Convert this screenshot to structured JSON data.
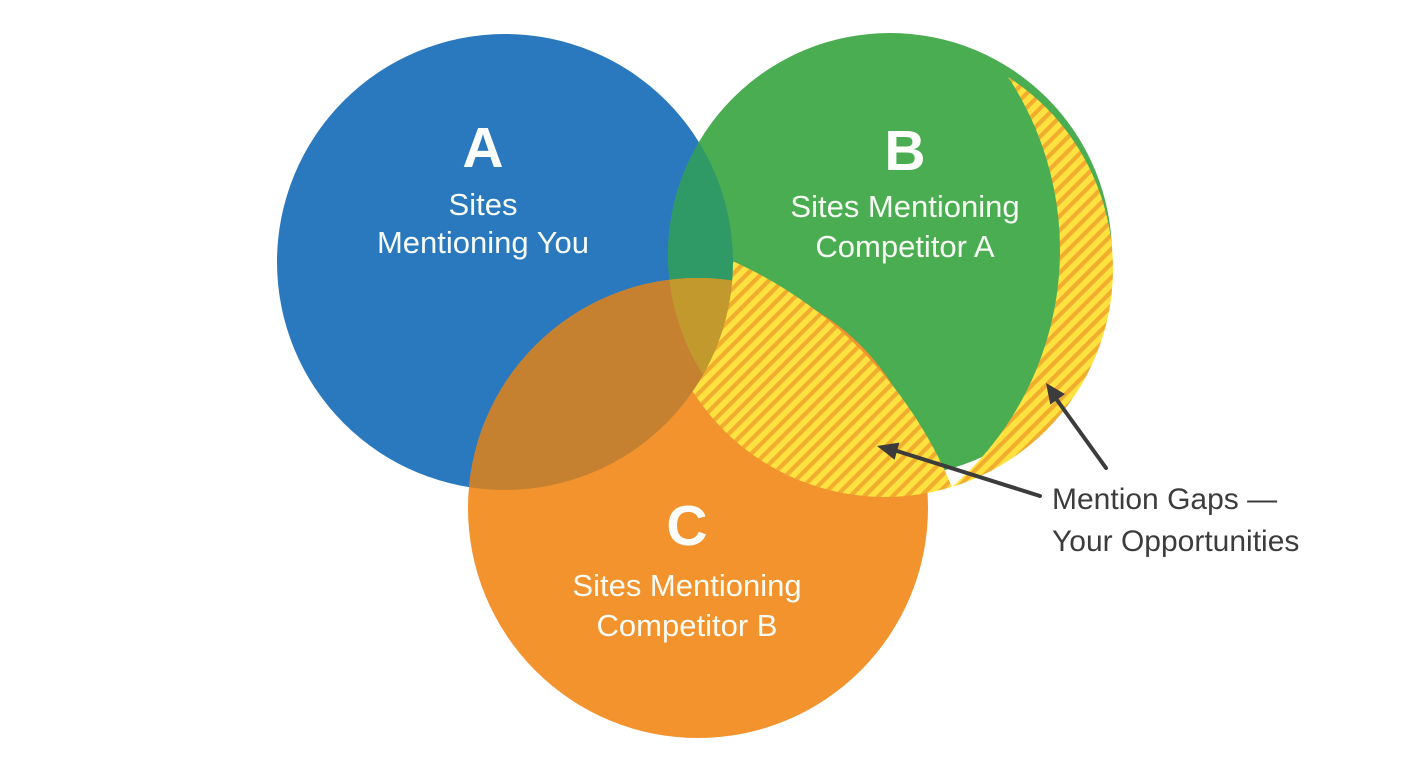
{
  "diagram": {
    "background": "#ffffff",
    "circle_a": {
      "letter": "A",
      "line1": "Sites",
      "line2": "Mentioning You",
      "color": "#2a79be"
    },
    "circle_b": {
      "letter": "B",
      "line1": "Sites Mentioning",
      "line2": "Competitor A",
      "color": "#4bad51"
    },
    "circle_c": {
      "letter": "C",
      "line1": "Sites Mentioning",
      "line2": "Competitor B",
      "color": "#f2932e"
    },
    "overlaps": {
      "a_b": "#2f9a66",
      "a_c": "#c5812f",
      "a_b_c": "#c2992d"
    },
    "gap_highlight": {
      "yellow": "#ffe23f",
      "stripe": "#f0ad2e"
    },
    "annotation": {
      "line1": "Mention Gaps —",
      "line2": "Your Opportunities",
      "color": "#3c3c3c"
    }
  }
}
